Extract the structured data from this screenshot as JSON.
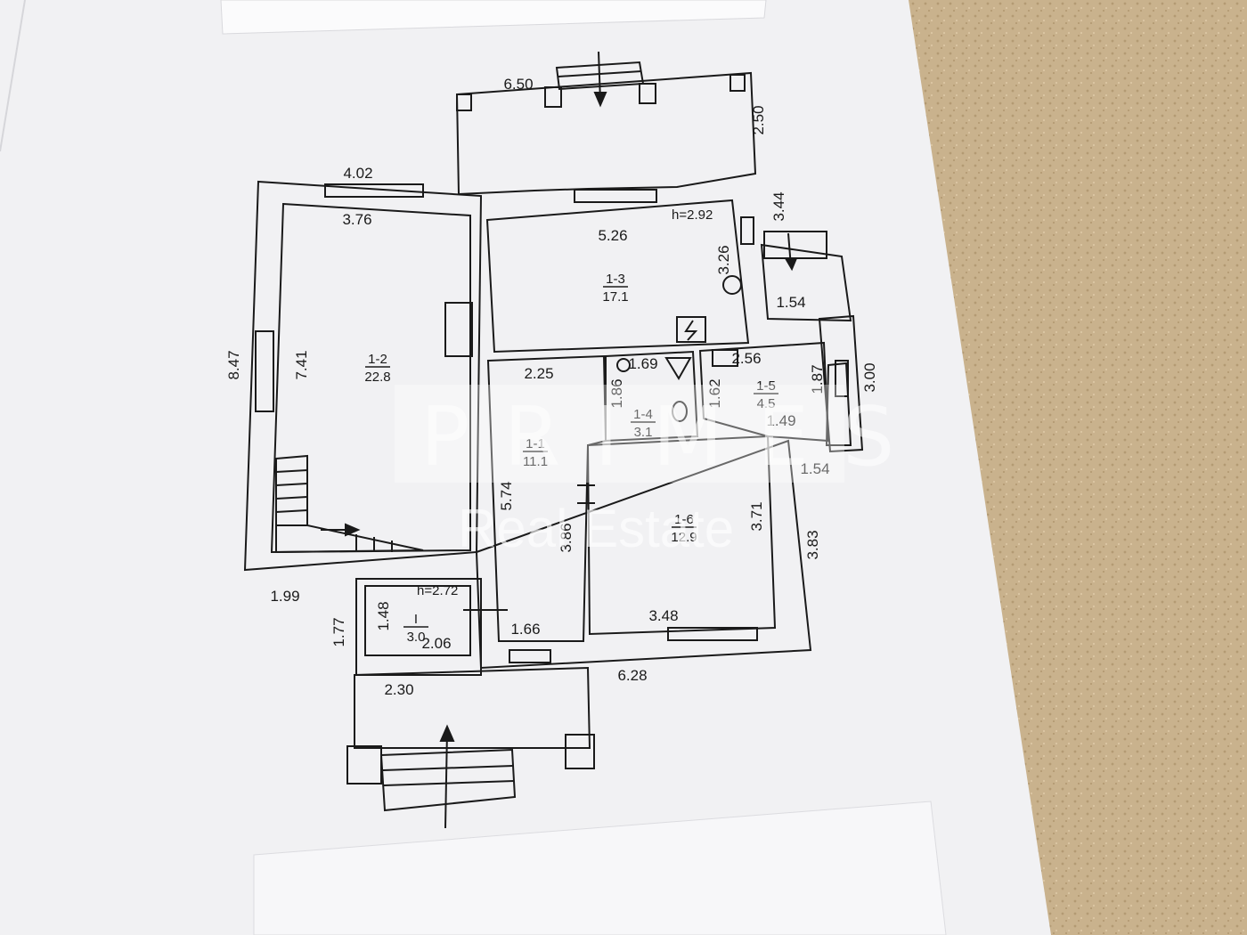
{
  "plan": {
    "rooms": [
      {
        "id": "1-2",
        "area": "22.8"
      },
      {
        "id": "1-3",
        "area": "17.1"
      },
      {
        "id": "1-1",
        "area": "11.1"
      },
      {
        "id": "1-4",
        "area": "3.1"
      },
      {
        "id": "1-5",
        "area": "4.5"
      },
      {
        "id": "1-6",
        "area": "12.9"
      },
      {
        "id": "I",
        "area": "3.0"
      }
    ],
    "heights": [
      "h=2.92",
      "h=2.72"
    ],
    "dimensions": [
      "6.50",
      "2.50",
      "4.02",
      "3.76",
      "5.26",
      "3.26",
      "3.44",
      "1.54",
      "8.47",
      "7.41",
      "2.25",
      "1.69",
      "2.56",
      "1.86",
      "1.62",
      "1.87",
      "3.00",
      "1.49",
      "1.54",
      "5.74",
      "3.86",
      "3.71",
      "3.83",
      "1.99",
      "1.77",
      "1.48",
      "2.06",
      "1.66",
      "3.48",
      "2.30",
      "6.28"
    ]
  },
  "watermark": {
    "brand": "PRIMES",
    "subtitle": "Real Estate"
  },
  "colors": {
    "background": "#c9b28d",
    "paper": "#f1f1f3",
    "ink": "#1a1a1a"
  }
}
